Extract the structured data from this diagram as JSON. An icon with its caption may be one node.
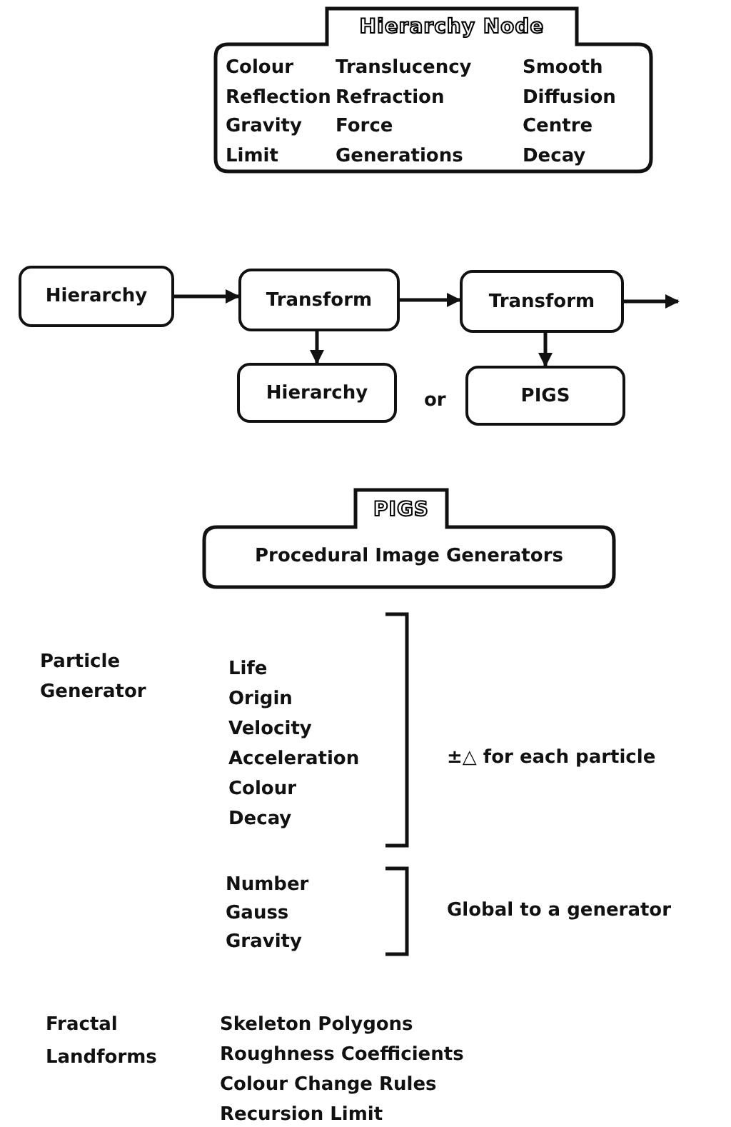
{
  "diagram": {
    "nodes": [
      {
        "text": [
          "Hierarchy Node",
          "Colour",
          "Translucency",
          "Smooth",
          "Reflection",
          "Refraction",
          "Diffusion",
          "Gravity",
          "Force",
          "Centre",
          "Limit",
          "Generations",
          "Decay"
        ]
      },
      {
        "text": [
          "Hierarchy"
        ]
      },
      {
        "text": [
          "Transform"
        ]
      },
      {
        "text": [
          "Transform"
        ]
      },
      {
        "text": [
          "Hierarchy"
        ]
      },
      {
        "text": [
          "PIGS"
        ]
      },
      {
        "text": [
          "PIGS",
          "Procedural Image Generators"
        ]
      }
    ],
    "edges": [
      {
        "from": 1,
        "to": 2,
        "arrow": "to"
      },
      {
        "from": 2,
        "to": 3,
        "arrow": "to"
      },
      {
        "from": 3,
        "to": null,
        "arrow": "to"
      },
      {
        "from": 2,
        "to": 4,
        "arrow": "to"
      },
      {
        "from": 3,
        "to": 5,
        "arrow": "to"
      }
    ],
    "labels": [
      "or",
      "Particle Generator",
      "Life",
      "Origin",
      "Velocity",
      "Acceleration",
      "Colour",
      "Decay",
      "±△ for each particle",
      "Number",
      "Gauss",
      "Gravity",
      "Global to a generator",
      "Fractal Landforms",
      "Skeleton Polygons",
      "Roughness Coefficients",
      "Colour Change Rules",
      "Recursion Limit"
    ]
  }
}
